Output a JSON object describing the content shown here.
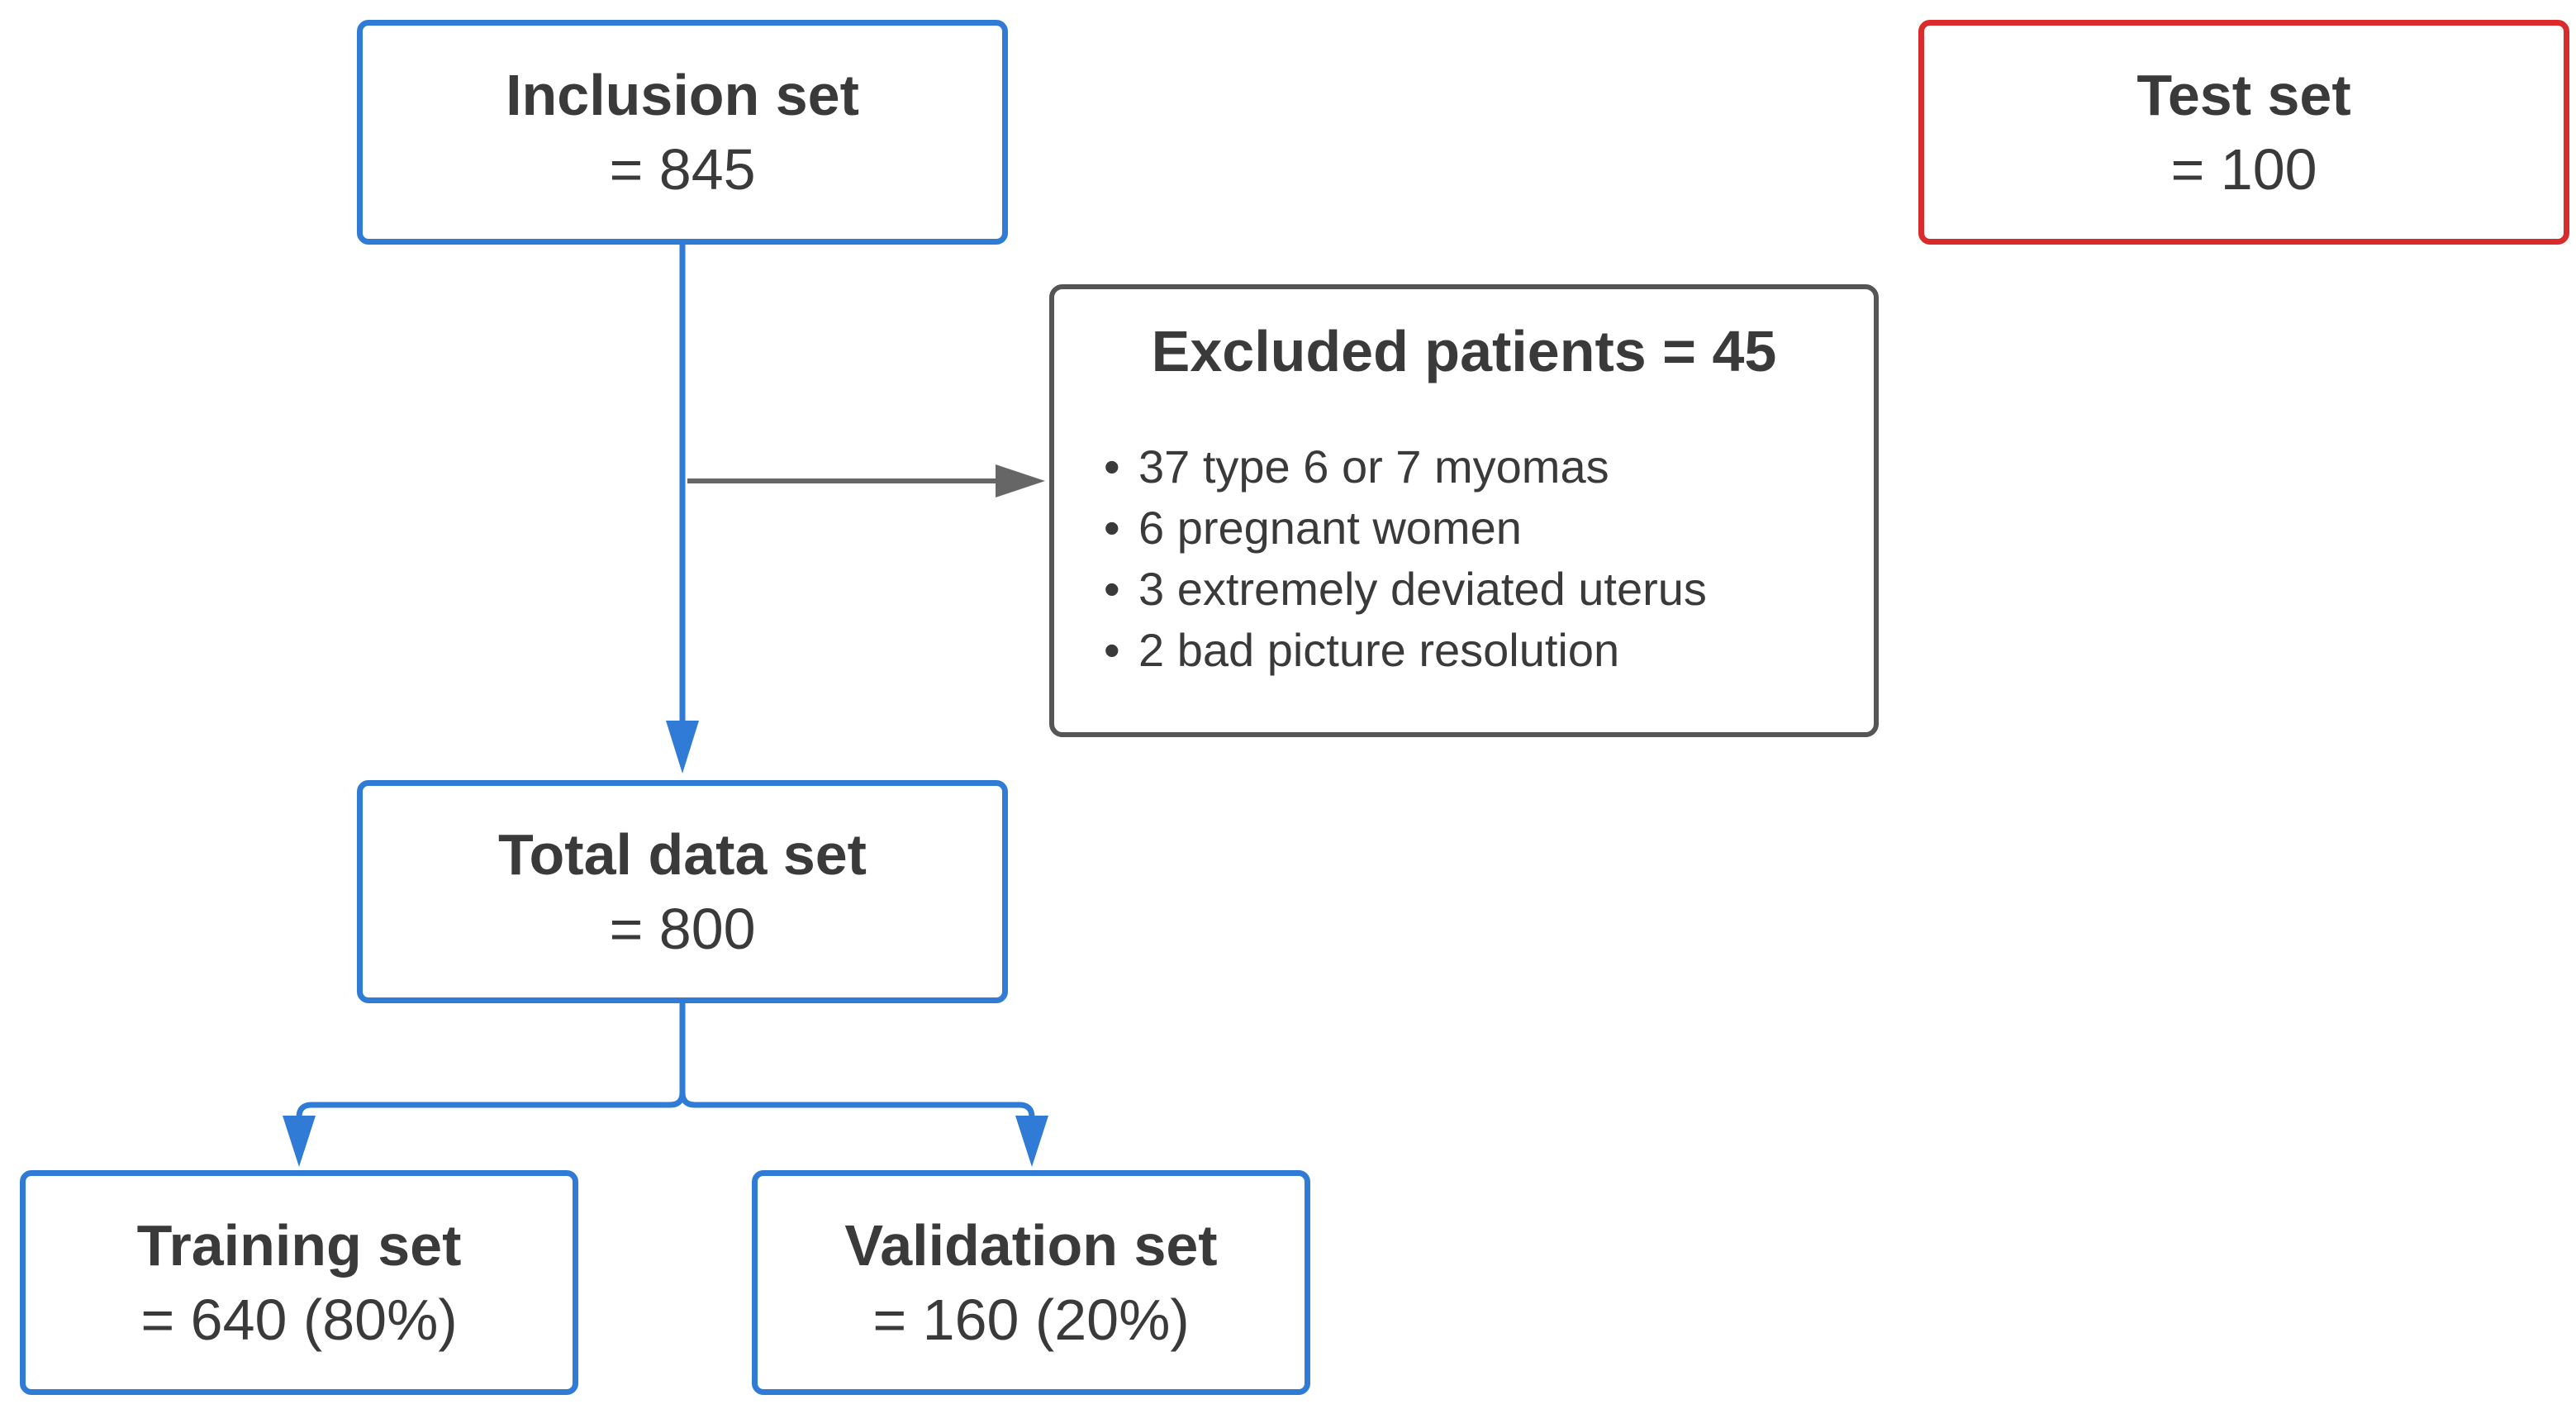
{
  "boxes": {
    "inclusion": {
      "title": "Inclusion set",
      "value": "= 845"
    },
    "test": {
      "title": "Test set",
      "value": "= 100"
    },
    "excluded": {
      "title": "Excluded patients = 45",
      "items": [
        "37 type 6 or 7 myomas",
        "6 pregnant women",
        "3 extremely deviated uterus",
        "2 bad picture resolution"
      ]
    },
    "total": {
      "title": "Total data set",
      "value": "= 800"
    },
    "training": {
      "title": "Training set",
      "value": "= 640 (80%)"
    },
    "validation": {
      "title": "Validation set",
      "value": "= 160 (20%)"
    }
  },
  "colors": {
    "flow_blue": "#2f7bd6",
    "test_red": "#d92b2b",
    "excluded_gray": "#555555"
  }
}
